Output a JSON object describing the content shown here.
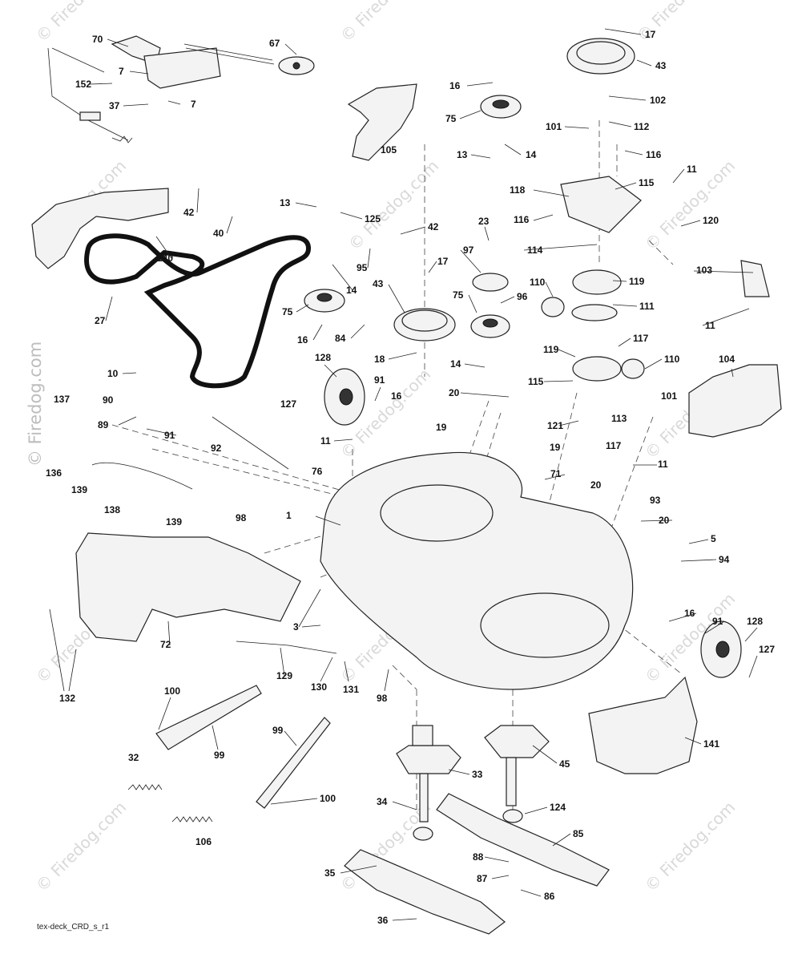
{
  "watermark": {
    "text": "© Firedog.com"
  },
  "footer": {
    "drawing_code": "tex-deck_CRD_s_r1"
  },
  "parts": [
    {
      "id": "p70",
      "number": "70"
    },
    {
      "id": "p67",
      "number": "67"
    },
    {
      "id": "p7a",
      "number": "7"
    },
    {
      "id": "p7b",
      "number": "7"
    },
    {
      "id": "p152",
      "number": "152"
    },
    {
      "id": "p37",
      "number": "37"
    },
    {
      "id": "p105",
      "number": "105"
    },
    {
      "id": "p16a",
      "number": "16"
    },
    {
      "id": "p75a",
      "number": "75"
    },
    {
      "id": "p13a",
      "number": "13"
    },
    {
      "id": "p14a",
      "number": "14"
    },
    {
      "id": "p17a",
      "number": "17"
    },
    {
      "id": "p43a",
      "number": "43"
    },
    {
      "id": "p102",
      "number": "102"
    },
    {
      "id": "p101a",
      "number": "101"
    },
    {
      "id": "p112",
      "number": "112"
    },
    {
      "id": "p116a",
      "number": "116"
    },
    {
      "id": "p118",
      "number": "118"
    },
    {
      "id": "p115a",
      "number": "115"
    },
    {
      "id": "p11a",
      "number": "11"
    },
    {
      "id": "p116b",
      "number": "116"
    },
    {
      "id": "p120",
      "number": "120"
    },
    {
      "id": "p42a",
      "number": "42"
    },
    {
      "id": "p40",
      "number": "40"
    },
    {
      "id": "p140",
      "number": "140"
    },
    {
      "id": "p13b",
      "number": "13"
    },
    {
      "id": "p125",
      "number": "125"
    },
    {
      "id": "p42b",
      "number": "42"
    },
    {
      "id": "p23",
      "number": "23"
    },
    {
      "id": "p97",
      "number": "97"
    },
    {
      "id": "p114",
      "number": "114"
    },
    {
      "id": "p95",
      "number": "95"
    },
    {
      "id": "p27",
      "number": "27"
    },
    {
      "id": "p14b",
      "number": "14"
    },
    {
      "id": "p17b",
      "number": "17"
    },
    {
      "id": "p43b",
      "number": "43"
    },
    {
      "id": "p75b",
      "number": "75"
    },
    {
      "id": "p75c",
      "number": "75"
    },
    {
      "id": "p96",
      "number": "96"
    },
    {
      "id": "p110a",
      "number": "110"
    },
    {
      "id": "p119a",
      "number": "119"
    },
    {
      "id": "p111",
      "number": "111"
    },
    {
      "id": "p103",
      "number": "103"
    },
    {
      "id": "p16b",
      "number": "16"
    },
    {
      "id": "p84",
      "number": "84"
    },
    {
      "id": "p11b",
      "number": "11"
    },
    {
      "id": "p117a",
      "number": "117"
    },
    {
      "id": "p110b",
      "number": "110"
    },
    {
      "id": "p119b",
      "number": "119"
    },
    {
      "id": "p18",
      "number": "18"
    },
    {
      "id": "p14c",
      "number": "14"
    },
    {
      "id": "p104",
      "number": "104"
    },
    {
      "id": "p128a",
      "number": "128"
    },
    {
      "id": "p91a",
      "number": "91"
    },
    {
      "id": "p10",
      "number": "10"
    },
    {
      "id": "p115b",
      "number": "115"
    },
    {
      "id": "p20a",
      "number": "20"
    },
    {
      "id": "p137",
      "number": "137"
    },
    {
      "id": "p90",
      "number": "90"
    },
    {
      "id": "p127a",
      "number": "127"
    },
    {
      "id": "p16c",
      "number": "16"
    },
    {
      "id": "p101b",
      "number": "101"
    },
    {
      "id": "p89",
      "number": "89"
    },
    {
      "id": "p19a",
      "number": "19"
    },
    {
      "id": "p113",
      "number": "113"
    },
    {
      "id": "p91b",
      "number": "91"
    },
    {
      "id": "p121",
      "number": "121"
    },
    {
      "id": "p11c",
      "number": "11"
    },
    {
      "id": "p117b",
      "number": "117"
    },
    {
      "id": "p19b",
      "number": "19"
    },
    {
      "id": "p136",
      "number": "136"
    },
    {
      "id": "p92",
      "number": "92"
    },
    {
      "id": "p76",
      "number": "76"
    },
    {
      "id": "p11d",
      "number": "11"
    },
    {
      "id": "p139a",
      "number": "139"
    },
    {
      "id": "p71",
      "number": "71"
    },
    {
      "id": "p138",
      "number": "138"
    },
    {
      "id": "p20b",
      "number": "20"
    },
    {
      "id": "p93",
      "number": "93"
    },
    {
      "id": "p139b",
      "number": "139"
    },
    {
      "id": "p98a",
      "number": "98"
    },
    {
      "id": "p1",
      "number": "1"
    },
    {
      "id": "p20c",
      "number": "20"
    },
    {
      "id": "p5",
      "number": "5"
    },
    {
      "id": "p94",
      "number": "94"
    },
    {
      "id": "p3",
      "number": "3"
    },
    {
      "id": "p16d",
      "number": "16"
    },
    {
      "id": "p91c",
      "number": "91"
    },
    {
      "id": "p128b",
      "number": "128"
    },
    {
      "id": "p72",
      "number": "72"
    },
    {
      "id": "p127b",
      "number": "127"
    },
    {
      "id": "p129",
      "number": "129"
    },
    {
      "id": "p130",
      "number": "130"
    },
    {
      "id": "p131",
      "number": "131"
    },
    {
      "id": "p98b",
      "number": "98"
    },
    {
      "id": "p132",
      "number": "132"
    },
    {
      "id": "p100a",
      "number": "100"
    },
    {
      "id": "p141",
      "number": "141"
    },
    {
      "id": "p99a",
      "number": "99"
    },
    {
      "id": "p99b",
      "number": "99"
    },
    {
      "id": "p33",
      "number": "33"
    },
    {
      "id": "p45",
      "number": "45"
    },
    {
      "id": "p32",
      "number": "32"
    },
    {
      "id": "p100b",
      "number": "100"
    },
    {
      "id": "p124",
      "number": "124"
    },
    {
      "id": "p34",
      "number": "34"
    },
    {
      "id": "p106",
      "number": "106"
    },
    {
      "id": "p85",
      "number": "85"
    },
    {
      "id": "p88",
      "number": "88"
    },
    {
      "id": "p35",
      "number": "35"
    },
    {
      "id": "p87",
      "number": "87"
    },
    {
      "id": "p86",
      "number": "86"
    },
    {
      "id": "p36",
      "number": "36"
    }
  ]
}
